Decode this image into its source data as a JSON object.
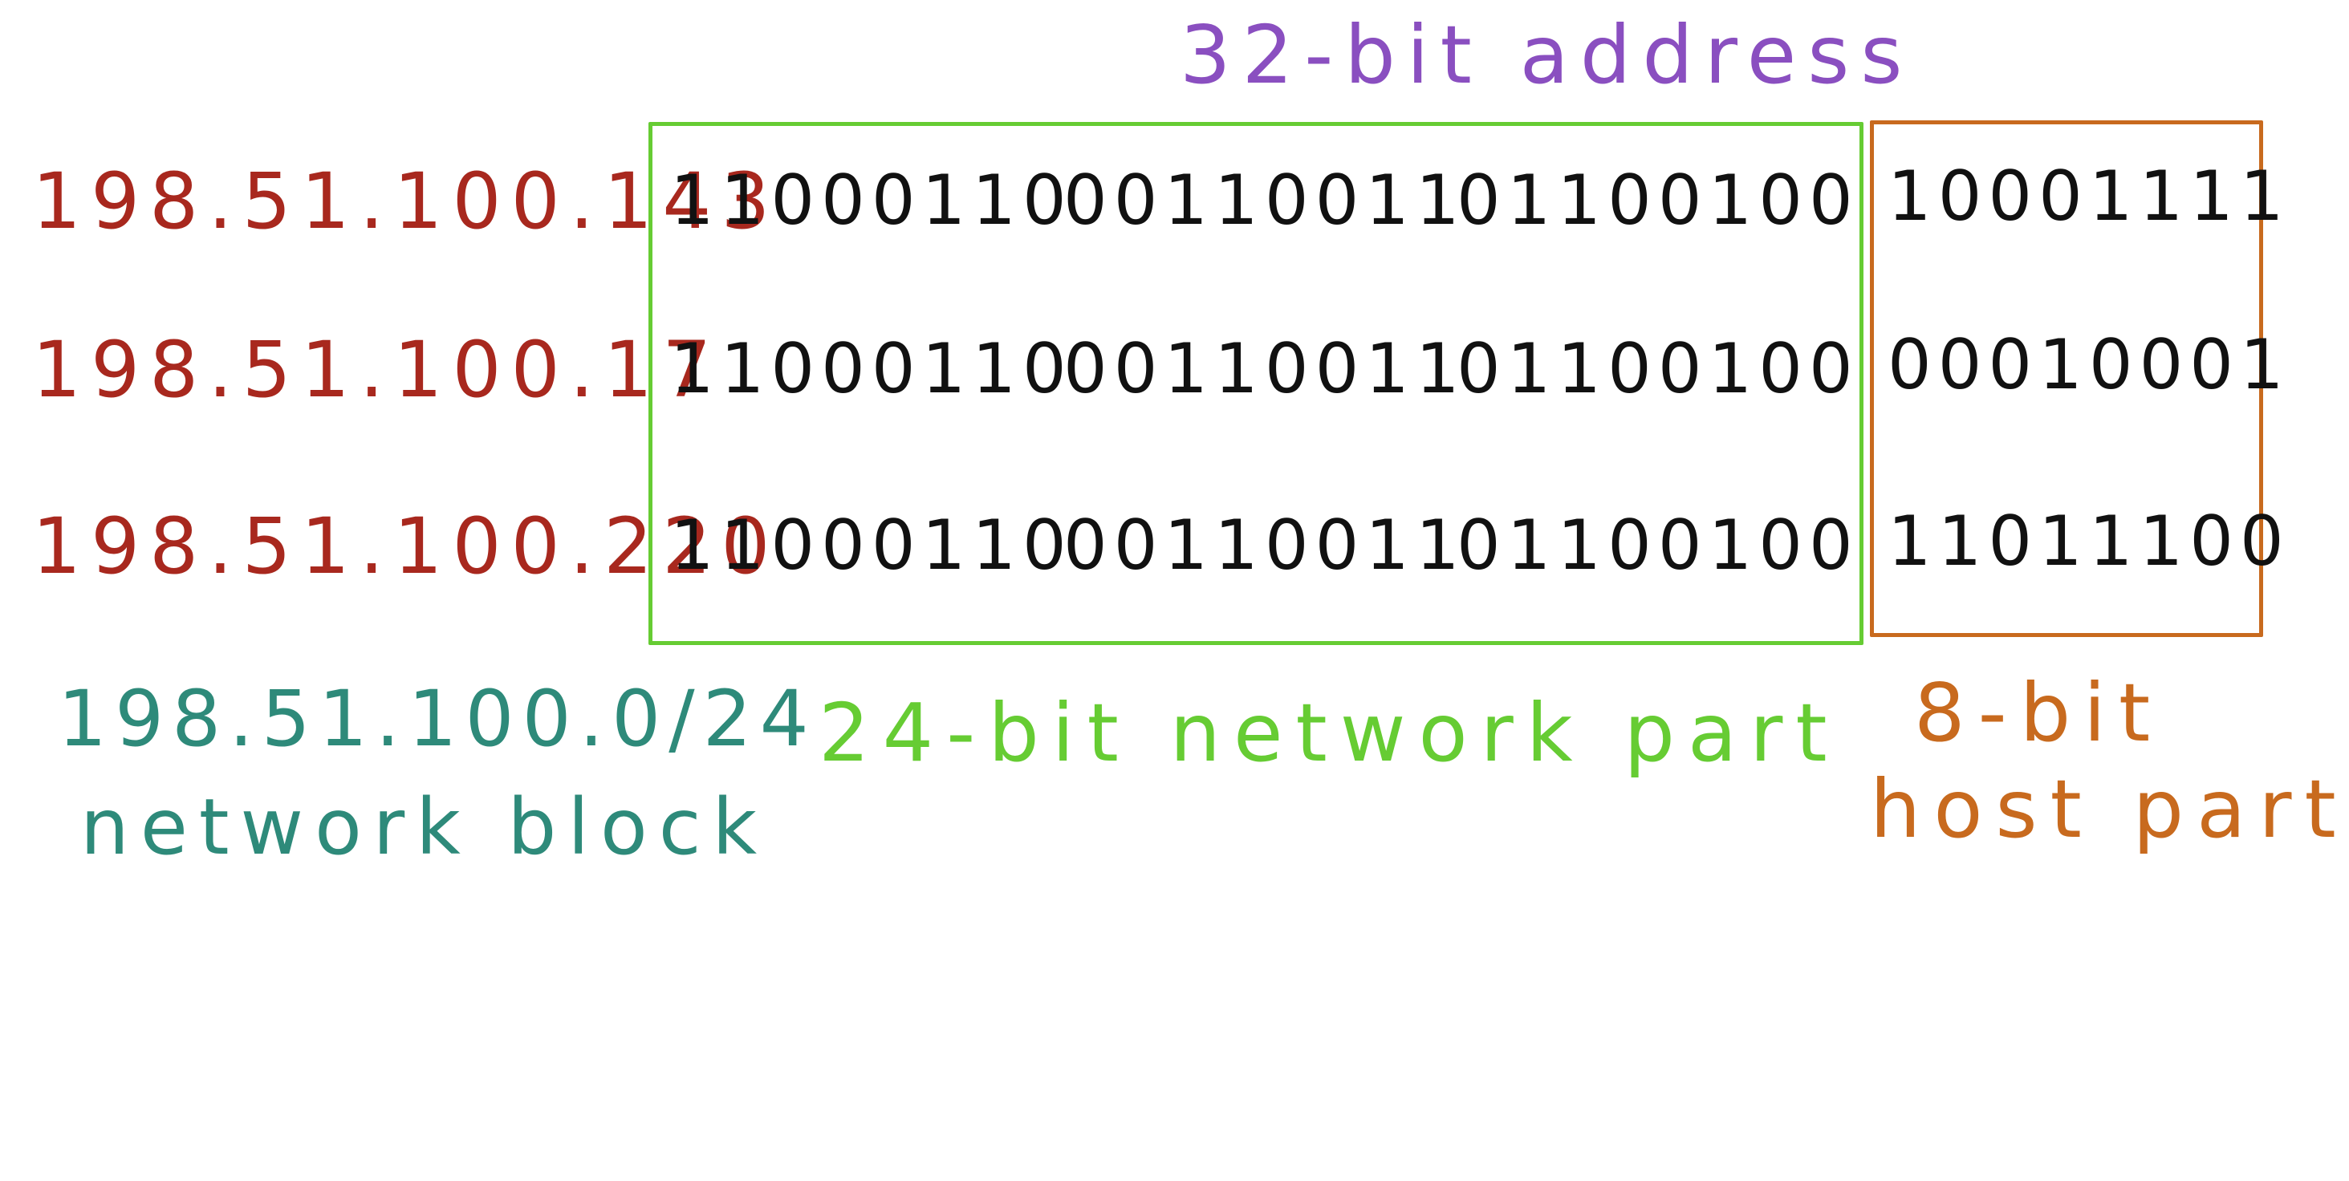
{
  "title": "32-bit address",
  "rows": [
    {
      "dotted": "198.51.100.143",
      "network_octets": [
        "11000110",
        "00110011",
        "01100100"
      ],
      "host_octet": "10001111"
    },
    {
      "dotted": "198.51.100.17",
      "network_octets": [
        "11000110",
        "00110011",
        "01100100"
      ],
      "host_octet": "00010001"
    },
    {
      "dotted": "198.51.100.220",
      "network_octets": [
        "11000110",
        "00110011",
        "01100100"
      ],
      "host_octet": "11011100"
    }
  ],
  "network_block": {
    "cidr": "198.51.100.0/24",
    "label": "network block"
  },
  "network_part_label": "24-bit network part",
  "host_part_label": {
    "line1": "8-bit",
    "line2": "host part"
  },
  "colors": {
    "title": "#8a4fc0",
    "dotted_ip": "#a8281e",
    "network": "#66cc33",
    "host": "#c86a1e",
    "network_block": "#2e8a7a",
    "bits": "#111111"
  }
}
